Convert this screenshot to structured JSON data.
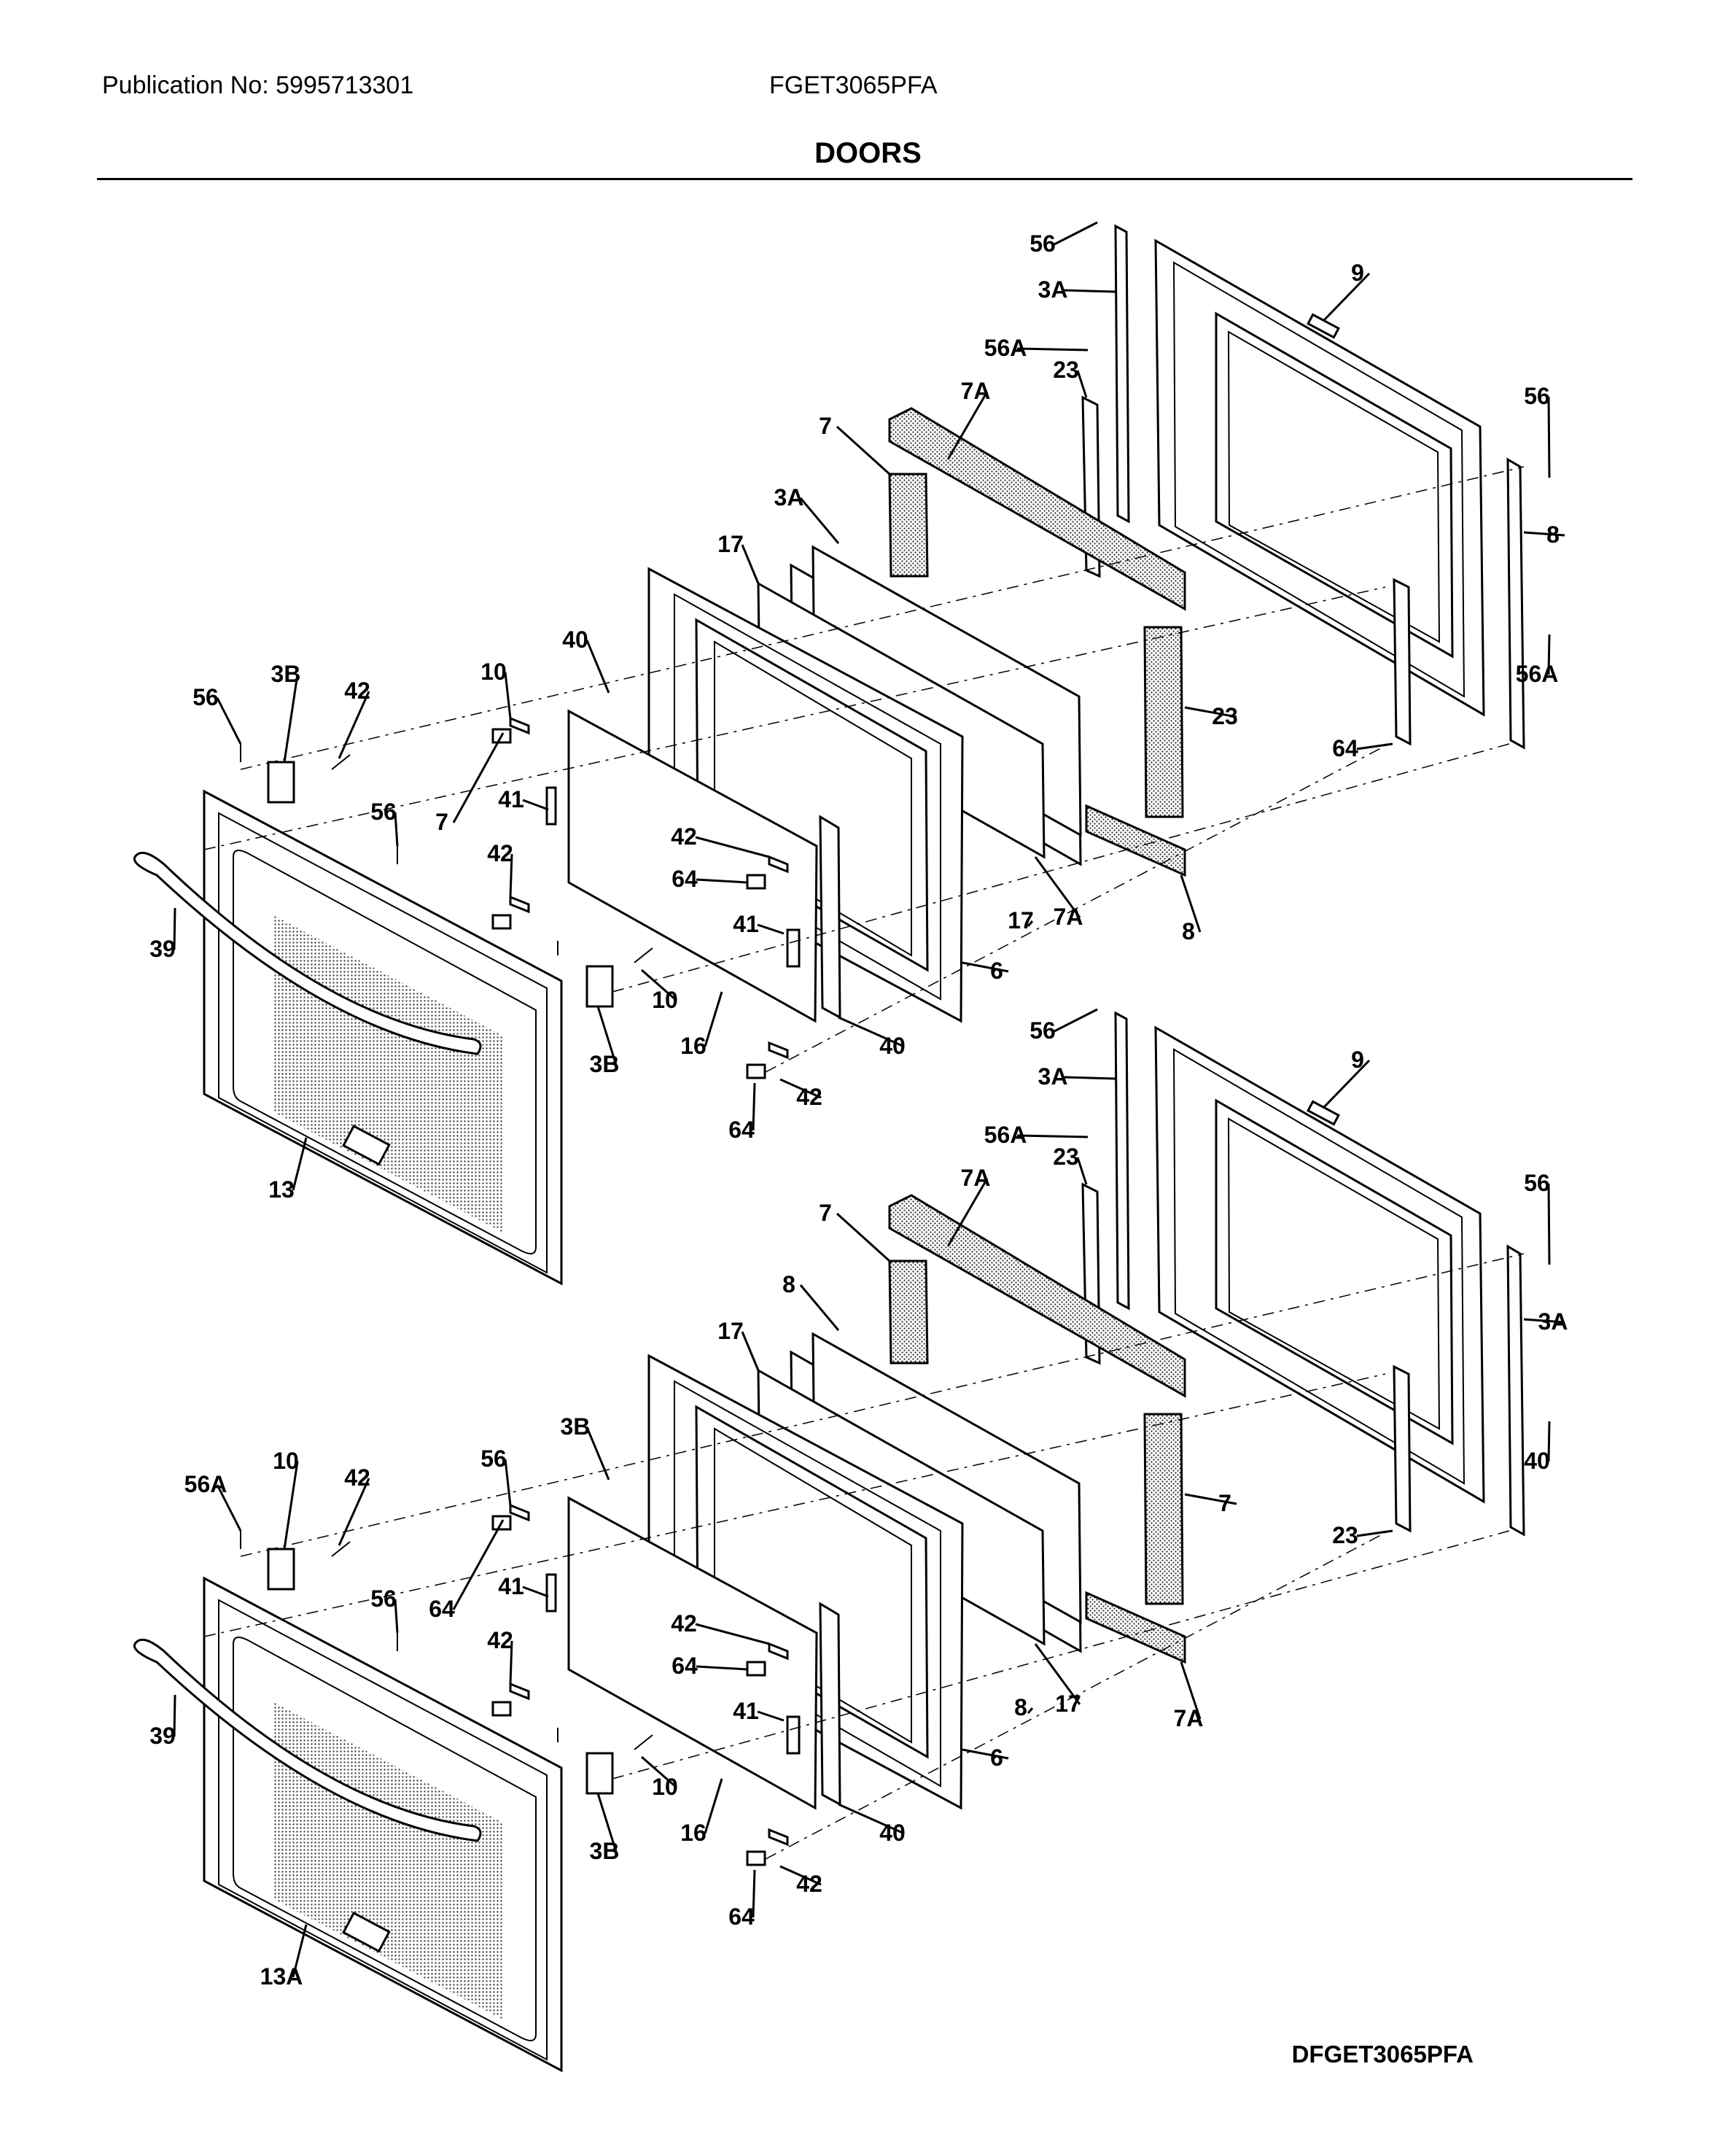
{
  "header": {
    "publication": "Publication No: 5995713301",
    "model": "FGET3065PFA",
    "section_title": "DOORS"
  },
  "footer": {
    "diagram_code": "DFGET3065PFA"
  },
  "callouts_upper": [
    "56",
    "3A",
    "9",
    "56A",
    "23",
    "7A",
    "7",
    "56",
    "3A",
    "8",
    "17",
    "56A",
    "40",
    "3B",
    "42",
    "10",
    "56",
    "7",
    "23",
    "64",
    "41",
    "42",
    "64",
    "39",
    "42",
    "56",
    "41",
    "17",
    "7A",
    "8",
    "6",
    "10",
    "40",
    "16",
    "3B",
    "42",
    "64",
    "13"
  ],
  "callouts_lower": [
    "56",
    "3A",
    "9",
    "56A",
    "23",
    "7A",
    "7",
    "56",
    "8",
    "3A",
    "17",
    "40",
    "3B",
    "10",
    "42",
    "56",
    "56A",
    "64",
    "7",
    "23",
    "41",
    "42",
    "64",
    "39",
    "42",
    "56",
    "41",
    "8",
    "17",
    "7A",
    "6",
    "10",
    "40",
    "16",
    "3B",
    "42",
    "64",
    "13A"
  ]
}
